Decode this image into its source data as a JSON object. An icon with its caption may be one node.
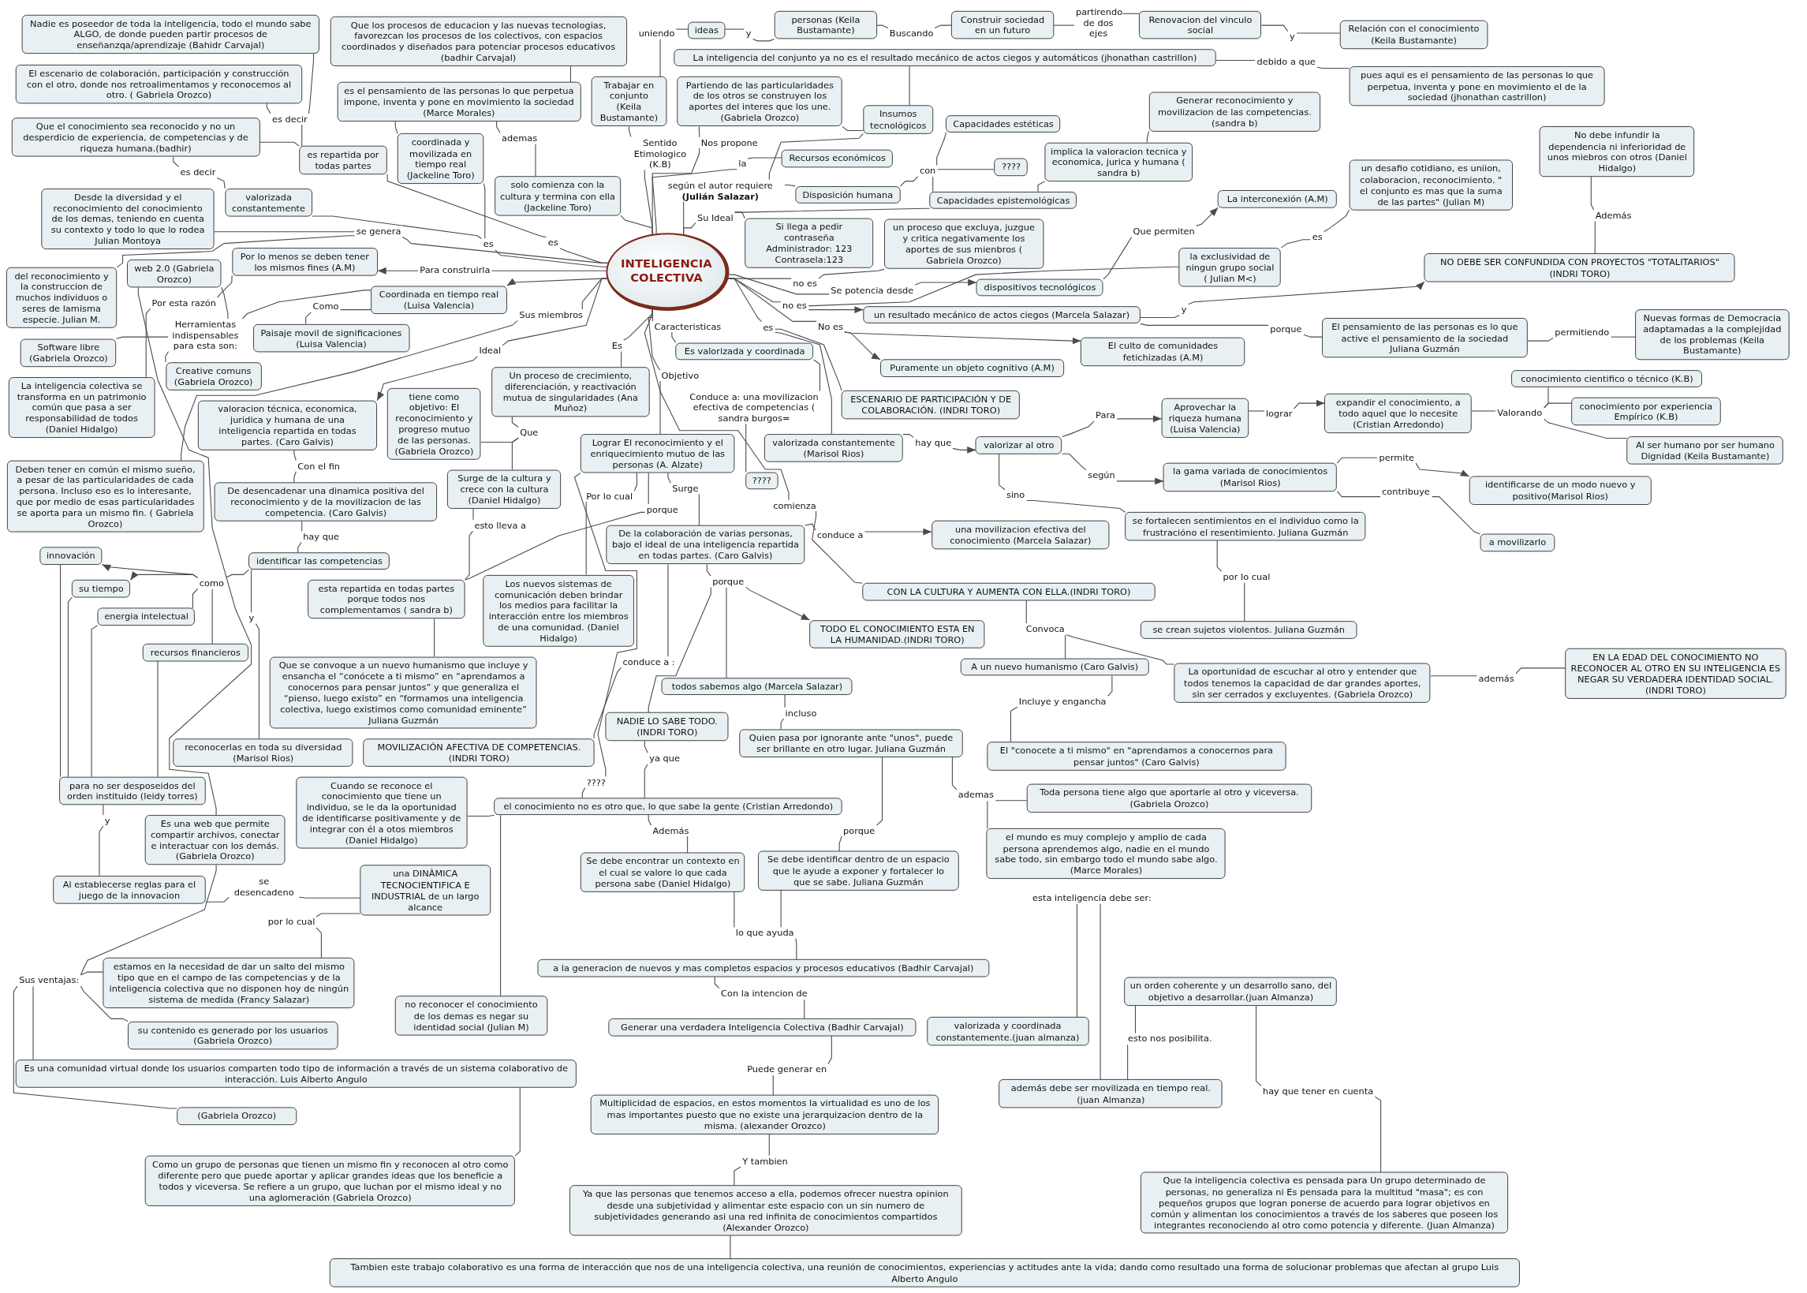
{
  "diagram": {
    "nodes": [
      {
        "text": [
          "Nadie es poseedor de toda la inteligencia, todo el mundo sabe ALGO, de donde pueden partir procesos de enseñanzqa/aprendizaje (Bahidr Carvajal)"
        ]
      },
      {
        "text": [
          "Que los procesos de educacion y las nuevas tecnologias, favorezcan los procesos de los colectivos, con espacios coordinados y diseñados para potenciar procesos educativos (badhir Carvajal)"
        ]
      },
      {
        "text": [
          "uniendo"
        ]
      },
      {
        "text": [
          "ideas"
        ]
      },
      {
        "text": [
          "y"
        ]
      },
      {
        "text": [
          "personas (Keila Bustamante)"
        ]
      },
      {
        "text": [
          "Buscando"
        ]
      },
      {
        "text": [
          "Construir sociedad en un futuro"
        ]
      },
      {
        "text": [
          "partirendo de dos ejes"
        ]
      },
      {
        "text": [
          "Renovacion del vinculo social"
        ]
      },
      {
        "text": [
          "y"
        ]
      },
      {
        "text": [
          "Relación con el conocimiento (Keila Bustamante)"
        ]
      },
      {
        "text": [
          "El escenario de colaboración, participación y construcción con el otro, donde nos retroalimentamos y reconocemos al otro. ( Gabriela Orozco)"
        ]
      },
      {
        "text": [
          "La inteligencia del conjunto ya no es el resultado mecánico de actos ciegos y automáticos (jhonathan castrillon)"
        ]
      },
      {
        "text": [
          "debido a que"
        ]
      },
      {
        "text": [
          "pues aqui es el pensamiento de las personas lo que perpetua, inventa y pone en movimiento el de la sociedad (jhonathan castrillon)"
        ]
      },
      {
        "text": [
          "es el pensamiento de las personas lo que perpetua impone, inventa y pone en movimiento la sociedad (Marce Morales)"
        ]
      },
      {
        "text": [
          "Trabajar en conjunto (Keila Bustamante)"
        ]
      },
      {
        "text": [
          "Partiendo de las particularidades de los otros se construyen los aportes del interes que los une.(Gabriela Orozco)"
        ]
      },
      {
        "text": [
          "Generar reconocimiento y movilizacion de las competencias. (sandra b)"
        ]
      },
      {
        "text": [
          "es decir"
        ]
      },
      {
        "text": [
          "Insumos tecnológicos"
        ]
      },
      {
        "text": [
          "Capacidades estéticas"
        ]
      },
      {
        "text": [
          "Que el conocimiento sea reconocido y no un desperdicio de experiencia, de competencias y de riqueza humana.(badhir)"
        ]
      },
      {
        "text": [
          "No debe infundir la dependencia ni inferioridad de unos miebros con otros (Daniel Hidalgo)"
        ]
      },
      {
        "text": [
          "coordinada y movilizada en tiempo real (Jackeline Toro)"
        ]
      },
      {
        "text": [
          "ademas"
        ]
      },
      {
        "text": [
          "es repartida por todas partes"
        ]
      },
      {
        "text": [
          "Recursos económicos"
        ]
      },
      {
        "text": [
          "implica la valoracion tecnica y economica, jurica y humana ( sandra b)"
        ]
      },
      {
        "text": [
          "un desafio cotidiano, es uniion, colaboracion, reconocimiento. \" el conjunto es mas que la suma de las partes\" (Julian M)"
        ]
      },
      {
        "text": [
          "Nos propone"
        ]
      },
      {
        "text": [
          "con"
        ]
      },
      {
        "text": [
          "????"
        ]
      },
      {
        "text": [
          "Sentido Etimologico (K.B)"
        ]
      },
      {
        "text": [
          "es decir"
        ]
      },
      {
        "text": [
          "la"
        ]
      },
      {
        "text": [
          "solo comienza con la cultura y termina con ella (Jackeline Toro)"
        ]
      },
      {
        "text": [
          "valorizada constantemente"
        ]
      },
      {
        "text": [
          "según el autor requiere **(Julián Salazar)**"
        ]
      },
      {
        "text": [
          "Disposición humana"
        ]
      },
      {
        "text": [
          "Capacidades epistemológicas"
        ]
      },
      {
        "text": [
          "La interconexión (A.M)"
        ]
      },
      {
        "text": [
          "Desde la diversidad y el reconocimiento del conocimiento de los demas, teniendo en cuenta su contexto y todo lo que lo rodea Julian Montoya"
        ]
      },
      {
        "text": [
          "Además"
        ]
      },
      {
        "text": [
          "Si llega a pedir contraseña Administrador: 123 Contrasela:123"
        ]
      },
      {
        "text": [
          "un proceso que excluya, juzgue y critica negativamente los aportes de sus mienbros ( Gabriela Orozco)"
        ]
      },
      {
        "text": [
          "Que permiten"
        ]
      },
      {
        "text": [
          "se genera"
        ]
      },
      {
        "text": [
          "es"
        ]
      },
      {
        "text": [
          "es"
        ]
      },
      {
        "text": [
          "es"
        ]
      },
      {
        "text": [
          "Su Ideal"
        ]
      },
      {
        "text": [
          "la exclusividad de ningun grupo social ( Julian M<)"
        ]
      },
      {
        "text": [
          "dispositivos tecnológicos"
        ]
      },
      {
        "text": [
          "NO DEBE SER CONFUNDIDA CON PROYECTOS \"TOTALITARIOS\" (INDRI TORO)"
        ]
      },
      {
        "text": [
          "web 2.0 (Gabriela Orozco)"
        ]
      },
      {
        "text": [
          "del reconocimiento y la construccion de muchos individuos o seres de lamisma especie. Julian M."
        ]
      },
      {
        "text": [
          "Por lo menos se deben tener los mismos fines (A.M)"
        ]
      },
      {
        "text": [
          "Para construirla"
        ]
      },
      {
        "text": [
          "no es"
        ]
      },
      {
        "text": [
          "Se potencia desde"
        ]
      },
      {
        "text": [
          "INTELIGENCIA COLECTIVA"
        ]
      },
      {
        "text": [
          "Coordinada en tiempo real (Luisa Valencia)"
        ]
      },
      {
        "text": [
          "Como"
        ]
      },
      {
        "text": [
          "no es"
        ]
      },
      {
        "text": [
          "un resultado mecánico de actos ciegos (Marcela Salazar)"
        ]
      },
      {
        "text": [
          "y"
        ]
      },
      {
        "text": [
          "Por esta razón"
        ]
      },
      {
        "text": [
          "Herramientas indispensables para esta son:"
        ]
      },
      {
        "text": [
          "Sus miembros"
        ]
      },
      {
        "text": [
          "Nuevas formas de Democracia adaptamadas a la complejidad de los problemas (Keila Bustamante)"
        ]
      },
      {
        "text": [
          "El pensamiento de las personas es lo que active el pensamiento de la sociedad Juliana Guzmán"
        ]
      },
      {
        "text": [
          "porque"
        ]
      },
      {
        "text": [
          "permitiendo"
        ]
      },
      {
        "text": [
          "No es"
        ]
      },
      {
        "text": [
          "El culto de comunidades fetichizadas (A.M)"
        ]
      },
      {
        "text": [
          "Software libre (Gabriela Orozco)"
        ]
      },
      {
        "text": [
          "Paisaje movil de significaciones (Luisa Valencia)"
        ]
      },
      {
        "text": [
          "Es"
        ]
      },
      {
        "text": [
          "Caracteristicas"
        ]
      },
      {
        "text": [
          "es"
        ]
      },
      {
        "text": [
          "Ideal"
        ]
      },
      {
        "text": [
          "Es valorizada y coordinada"
        ]
      },
      {
        "text": [
          "Puramente un objeto cognitivo (A.M)"
        ]
      },
      {
        "text": [
          "Creative comuns (Gabriela Orozco)"
        ]
      },
      {
        "text": [
          "Un proceso de crecimiento, diferenciación, y reactivación mutua de singularidades (Ana Muñoz)"
        ]
      },
      {
        "text": [
          "conocimiento cientifico o técnico (K.B)"
        ]
      },
      {
        "text": [
          "La inteligencia colectiva se transforma en un patrimonio común que pasa a ser responsabilidad de todos (Daniel Hidalgo)"
        ]
      },
      {
        "text": [
          "valoracion técnica, economica, juridica y humana de una inteligencia repartida en todas partes. (Caro Galvis)"
        ]
      },
      {
        "text": [
          "tiene como objetivo: El reconocimiento y progreso mutuo de las personas. (Gabriela Orozco)"
        ]
      },
      {
        "text": [
          "Objetivo"
        ]
      },
      {
        "text": [
          "Conduce a: una movilizacion efectiva de competencias ( sandra burgos="
        ]
      },
      {
        "text": [
          "ESCENARIO DE PARTICIPACIÓN Y DE COLABORACIÓN. (INDRI TORO)"
        ]
      },
      {
        "text": [
          "Aprovechar la riqueza humana (Luisa Valencia)"
        ]
      },
      {
        "text": [
          "Para"
        ]
      },
      {
        "text": [
          "lograr"
        ]
      },
      {
        "text": [
          "expandir el conocimiento, a todo aquel que lo necesite (Cristian Arredondo)"
        ]
      },
      {
        "text": [
          "Valorando"
        ]
      },
      {
        "text": [
          "conocimiento por experiencia Empírico (K.B)"
        ]
      },
      {
        "text": [
          "Que"
        ]
      },
      {
        "text": [
          "Lograr El reconocimiento y el enriquecimiento mutuo de las personas (A. Alzate)"
        ]
      },
      {
        "text": [
          "valorizada constantemente (Marisol Rios)"
        ]
      },
      {
        "text": [
          "hay que"
        ]
      },
      {
        "text": [
          "valorizar al otro"
        ]
      },
      {
        "text": [
          "Al ser humano por ser humano Dignidad (Keila Bustamante)"
        ]
      },
      {
        "text": [
          "Con el fin"
        ]
      },
      {
        "text": [
          "Deben tener en común el mismo sueño, a pesar de las particularidades de cada persona. Incluso eso es lo interesante, que por medio de esas particularidades se aporta para un mismo fin. ( Gabriela Orozco)"
        ]
      },
      {
        "text": [
          "De desencadenar una dinamica positiva del reconocimiento y de la movilizacion de las competencia. (Caro Galvis)"
        ]
      },
      {
        "text": [
          "Surge de la cultura y crece con la cultura (Daniel Hidalgo)"
        ]
      },
      {
        "text": [
          "????"
        ]
      },
      {
        "text": [
          "permite"
        ]
      },
      {
        "text": [
          "la gama variada de conocimientos (Marisol Rios)"
        ]
      },
      {
        "text": [
          "según"
        ]
      },
      {
        "text": [
          "identificarse de un modo nuevo y positivo(Marisol Rios)"
        ]
      },
      {
        "text": [
          "Por lo cual"
        ]
      },
      {
        "text": [
          "porque"
        ]
      },
      {
        "text": [
          "Surge"
        ]
      },
      {
        "text": [
          "comienza"
        ]
      },
      {
        "text": [
          "sino"
        ]
      },
      {
        "text": [
          "contribuye"
        ]
      },
      {
        "text": [
          "hay que"
        ]
      },
      {
        "text": [
          "esto lleva a"
        ]
      },
      {
        "text": [
          "se fortalecen sentimientos en el individuo como la frustracióno el resentimiento. Juliana Guzmán"
        ]
      },
      {
        "text": [
          "De la colaboración de varias personas, bajo el ideal de una inteligencia repartida en todas partes. (Caro Galvis)"
        ]
      },
      {
        "text": [
          "conduce a"
        ]
      },
      {
        "text": [
          "una movilizacion efectiva del conocimiento (Marcela Salazar)"
        ]
      },
      {
        "text": [
          "a movilizarlo"
        ]
      },
      {
        "text": [
          "innovación"
        ]
      },
      {
        "text": [
          "identificar las competencias"
        ]
      },
      {
        "text": [
          "Los nuevos sistemas de comunicación deben brindar los medios para facilitar la interacción entre los miembros de una comunidad. (Daniel Hidalgo)"
        ]
      },
      {
        "text": [
          "por lo cual"
        ]
      },
      {
        "text": [
          "porque"
        ]
      },
      {
        "text": [
          "como"
        ]
      },
      {
        "text": [
          "su tiempo"
        ]
      },
      {
        "text": [
          "esta repartida en todas partes porque todos nos complementamos ( sandra b)"
        ]
      },
      {
        "text": [
          "CON LA CULTURA Y AUMENTA CON ELLA.(INDRI TORO)"
        ]
      },
      {
        "text": [
          "energia intelectual"
        ]
      },
      {
        "text": [
          "y"
        ]
      },
      {
        "text": [
          "TODO EL CONOCIMIENTO ESTA EN LA HUMANIDAD.(INDRI TORO)"
        ]
      },
      {
        "text": [
          "se crean sujetos violentos. Juliana Guzmán"
        ]
      },
      {
        "text": [
          "Que se convoque a un nuevo humanismo que incluye y ensancha el “conócete a ti mismo” en “aprendamos a conocernos para pensar juntos” y que generaliza el “pienso, luego existo” en “formamos una inteligencia colectiva, luego existimos como comunidad eminente” Juliana Guzmán"
        ]
      },
      {
        "text": [
          "Convoca"
        ]
      },
      {
        "text": [
          "EN LA EDAD DEL CONOCIMIENTO NO RECONOCER AL OTRO EN SU INTELIGENCIA ES NEGAR SU VERDADERA IDENTIDAD SOCIAL. (INDRI TORO)"
        ]
      },
      {
        "text": [
          "conduce a :"
        ]
      },
      {
        "text": [
          "recursos financieros"
        ]
      },
      {
        "text": [
          "La oportunidad de escuchar al otro y entender que todos tenemos la capacidad de dar grandes aportes, sin ser cerrados y excluyentes. (Gabriela Orozco)"
        ]
      },
      {
        "text": [
          "A un nuevo humanismo (Caro Galvis)"
        ]
      },
      {
        "text": [
          "todos sabemos algo (Marcela Salazar)"
        ]
      },
      {
        "text": [
          "además"
        ]
      },
      {
        "text": [
          "Incluye y engancha"
        ]
      },
      {
        "text": [
          "reconocerlas en toda su diversidad (Marisol Rios)"
        ]
      },
      {
        "text": [
          "incluso"
        ]
      },
      {
        "text": [
          "NADIE LO SABE TODO. (INDRI TORO)"
        ]
      },
      {
        "text": [
          "MOVILIZACIÓN AFECTIVA DE COMPETENCIAS. (INDRI TORO)"
        ]
      },
      {
        "text": [
          "Quien pasa por ignorante ante \"unos\", puede ser brillante en otro lugar. Juliana Guzmán"
        ]
      },
      {
        "text": [
          "para no ser desposeidos del orden instituido (leidy torres)"
        ]
      },
      {
        "text": [
          "El \"conocete a ti mismo\" en \"aprendamos a conocernos para pensar juntos\" (Caro Galvis)"
        ]
      },
      {
        "text": [
          "ya que"
        ]
      },
      {
        "text": [
          "????"
        ]
      },
      {
        "text": [
          "Cuando se reconoce el conocimiento que tiene un individuo, se le da la oportunidad de identificarse positivamente y de integrar con él a otos miembros (Daniel Hidalgo)"
        ]
      },
      {
        "text": [
          "el conocimiento no es otro que, lo que sabe la gente (Cristian Arredondo)"
        ]
      },
      {
        "text": [
          "Toda persona tiene algo que aportarle al otro y viceversa. (Gabriela Orozco)"
        ]
      },
      {
        "text": [
          "ademas"
        ]
      },
      {
        "text": [
          "Es una web que permite compartir archivos, conectar e interactuar con los demás. (Gabriela Orozco)"
        ]
      },
      {
        "text": [
          "porque"
        ]
      },
      {
        "text": [
          "y"
        ]
      },
      {
        "text": [
          "el mundo es muy complejo y amplio de cada persona aprendemos algo, nadie en el mundo sabe todo, sin embargo todo el mundo sabe algo.(Marce Morales)"
        ]
      },
      {
        "text": [
          "Además"
        ]
      },
      {
        "text": [
          "Se debe encontrar un contexto en el cual se valore lo que cada persona sabe (Daniel Hidalgo)"
        ]
      },
      {
        "text": [
          "Se debe identificar dentro de un espacio que le ayude a exponer y fortalecer lo que se sabe. Juliana Guzmán"
        ]
      },
      {
        "text": [
          "Al establecerse reglas para el juego de la innovacion"
        ]
      },
      {
        "text": [
          "una DINÀMICA TECNOCIENTIFICA E INDUSTRIAL de un largo alcance"
        ]
      },
      {
        "text": [
          "se desencadeno"
        ]
      },
      {
        "text": [
          "esta inteligencia debe ser:"
        ]
      },
      {
        "text": [
          "por lo cual"
        ]
      },
      {
        "text": [
          "lo que ayuda"
        ]
      },
      {
        "text": [
          "estamos en la necesidad de dar un salto del mismo tipo que en el campo de las competencias y de la inteligencia colectiva que no disponen hoy de ningún sistema de medida (Francy Salazar)"
        ]
      },
      {
        "text": [
          "a la generacion de nuevos y mas completos espacios y procesos educativos (Badhir Carvajal)"
        ]
      },
      {
        "text": [
          "un orden coherente y un desarrollo sano, del objetivo a desarrollar.(juan Almanza)"
        ]
      },
      {
        "text": [
          "Sus ventajas:"
        ]
      },
      {
        "text": [
          "no reconocer el conocimiento de los demas es negar su identidad social (Julian M)"
        ]
      },
      {
        "text": [
          "Con la intencion de"
        ]
      },
      {
        "text": [
          "valorizada y coordinada constantemente.(juan almanza)"
        ]
      },
      {
        "text": [
          "Generar una verdadera Inteligencia Colectiva (Badhir Carvajal)"
        ]
      },
      {
        "text": [
          "su contenido es generado por los usuarios (Gabriela Orozco)"
        ]
      },
      {
        "text": [
          "esto nos posibilita."
        ]
      },
      {
        "text": [
          "Es una comunidad virtual donde los usuarios comparten todo tipo de información a través de un sistema colaborativo de interacción. Luis Alberto Angulo"
        ]
      },
      {
        "text": [
          "Puede generar en"
        ]
      },
      {
        "text": [
          "además debe ser movilizada en tiempo real. (juan Almanza)"
        ]
      },
      {
        "text": [
          "hay que tener en cuenta"
        ]
      },
      {
        "text": [
          "Multiplicidad de espacios, en estos momentos la virtualidad es uno de los mas importantes puesto que no existe una jerarquizacion dentro de la misma. (alexander Orozco)"
        ]
      },
      {
        "text": [
          "(Gabriela Orozco)"
        ]
      },
      {
        "text": [
          "Como un grupo de personas que tienen un mismo fin y reconocen al otro como diferente pero que puede aportar y aplicar grandes ideas que los beneficie a todos y viceversa. Se refiere a un grupo, que luchan por el mismo ideal y no una aglomeración (Gabriela Orozco)"
        ]
      },
      {
        "text": [
          "Y tambien"
        ]
      },
      {
        "text": [
          "Que la inteligencia colectiva es pensada para Un grupo determinado de personas, no generaliza ni Es pensada para la multitud \"masa\"; es con pequeños grupos que logran ponerse de acuerdo para lograr objetivos en común y alimentan los conocimientos a través de los saberes que poseen los integrantes reconociendo al otro como potencia y diferente. (Juan Almanza)"
        ]
      },
      {
        "text": [
          "Ya que las personas que tenemos acceso a ella, podemos ofrecer nuestra opinion desde una subjetividad y alimentar este espacio con un sin numero de subjetividades generando asi una red infinita de conocimientos compartidos (Alexander Orozco)"
        ]
      },
      {
        "text": [
          "Tambien este trabajo colaborativo es una forma de interacción que nos de una inteligencia colectiva, una reunión de conocimientos, experiencias y actitudes ante la vida; dando como resultado una forma de solucionar problemas que afectan al grupo Luis Alberto Angulo"
        ]
      }
    ],
    "edges": [
      {
        "from": 17,
        "to": 2,
        "arrow": "none"
      },
      {
        "from": 2,
        "to": 3,
        "arrow": "none"
      },
      {
        "from": 3,
        "to": 4,
        "arrow": "none"
      },
      {
        "from": 4,
        "to": 5,
        "arrow": "none"
      },
      {
        "from": 5,
        "to": 6,
        "arrow": "none"
      },
      {
        "from": 6,
        "to": 7,
        "arrow": "none"
      },
      {
        "from": 7,
        "to": 8,
        "arrow": "none"
      },
      {
        "from": 8,
        "to": 9,
        "arrow": "none"
      },
      {
        "from": 9,
        "to": 10,
        "arrow": "none"
      },
      {
        "from": 10,
        "to": 11,
        "arrow": "none"
      },
      {
        "from": 62,
        "to": 34,
        "arrow": "none"
      },
      {
        "from": 34,
        "to": 17,
        "arrow": "none"
      },
      {
        "from": 13,
        "to": 14,
        "arrow": "none"
      },
      {
        "from": 14,
        "to": 15,
        "arrow": "none"
      },
      {
        "from": 21,
        "to": 13,
        "arrow": "none"
      },
      {
        "from": 62,
        "to": 31,
        "arrow": "none"
      },
      {
        "from": 31,
        "to": 18,
        "arrow": "none"
      },
      {
        "from": 18,
        "to": 21,
        "arrow": "none"
      },
      {
        "from": 62,
        "to": 36,
        "arrow": "none"
      },
      {
        "from": 36,
        "to": 28,
        "arrow": "none"
      },
      {
        "from": 62,
        "to": 39,
        "arrow": "none"
      },
      {
        "from": 39,
        "to": 21,
        "arrow": "none"
      },
      {
        "from": 39,
        "to": 40,
        "arrow": "none"
      },
      {
        "from": 40,
        "to": 32,
        "arrow": "none"
      },
      {
        "from": 32,
        "to": 22,
        "arrow": "none"
      },
      {
        "from": 32,
        "to": 33,
        "arrow": "none"
      },
      {
        "from": 32,
        "to": 41,
        "arrow": "none"
      },
      {
        "from": 62,
        "to": 52,
        "arrow": "none"
      },
      {
        "from": 52,
        "to": 41,
        "arrow": "none"
      },
      {
        "from": 41,
        "to": 29,
        "arrow": "none"
      },
      {
        "from": 29,
        "to": 19,
        "arrow": "none"
      },
      {
        "from": 62,
        "to": 60,
        "arrow": "none"
      },
      {
        "from": 60,
        "to": 46,
        "arrow": "none"
      },
      {
        "from": 62,
        "to": 61,
        "arrow": "none"
      },
      {
        "from": 61,
        "to": 54,
        "arrow": "to"
      },
      {
        "from": 54,
        "to": 47,
        "arrow": "none"
      },
      {
        "from": 47,
        "to": 42,
        "arrow": "to"
      },
      {
        "from": 62,
        "to": 65,
        "arrow": "none"
      },
      {
        "from": 65,
        "to": 66,
        "arrow": "to"
      },
      {
        "from": 65,
        "to": 53,
        "arrow": "none"
      },
      {
        "from": 53,
        "to": 51,
        "arrow": "none"
      },
      {
        "from": 51,
        "to": 30,
        "arrow": "none"
      },
      {
        "from": 66,
        "to": 67,
        "arrow": "none"
      },
      {
        "from": 67,
        "to": 55,
        "arrow": "to"
      },
      {
        "from": 55,
        "to": 44,
        "arrow": "none"
      },
      {
        "from": 44,
        "to": 24,
        "arrow": "none"
      },
      {
        "from": 66,
        "to": 73,
        "arrow": "none"
      },
      {
        "from": 73,
        "to": 72,
        "arrow": "none"
      },
      {
        "from": 72,
        "to": 74,
        "arrow": "none"
      },
      {
        "from": 74,
        "to": 71,
        "arrow": "none"
      },
      {
        "from": 62,
        "to": 75,
        "arrow": "none"
      },
      {
        "from": 75,
        "to": 76,
        "arrow": "to"
      },
      {
        "from": 75,
        "to": 84,
        "arrow": "to"
      },
      {
        "from": 62,
        "to": 81,
        "arrow": "none"
      },
      {
        "from": 81,
        "to": 93,
        "arrow": "none"
      },
      {
        "from": 81,
        "to": 102,
        "arrow": "none"
      },
      {
        "from": 62,
        "to": 80,
        "arrow": "none"
      },
      {
        "from": 80,
        "to": 83,
        "arrow": "none"
      },
      {
        "from": 83,
        "to": 92,
        "arrow": "none"
      },
      {
        "from": 92,
        "to": 110,
        "arrow": "none"
      },
      {
        "from": 102,
        "to": 103,
        "arrow": "none"
      },
      {
        "from": 103,
        "to": 104,
        "arrow": "to"
      },
      {
        "from": 104,
        "to": 95,
        "arrow": "none"
      },
      {
        "from": 95,
        "to": 94,
        "arrow": "to"
      },
      {
        "from": 94,
        "to": 96,
        "arrow": "none"
      },
      {
        "from": 96,
        "to": 97,
        "arrow": "to"
      },
      {
        "from": 97,
        "to": 98,
        "arrow": "none"
      },
      {
        "from": 98,
        "to": 87,
        "arrow": "none"
      },
      {
        "from": 98,
        "to": 99,
        "arrow": "none"
      },
      {
        "from": 98,
        "to": 105,
        "arrow": "none"
      },
      {
        "from": 104,
        "to": 113,
        "arrow": "none"
      },
      {
        "from": 113,
        "to": 112,
        "arrow": "to"
      },
      {
        "from": 112,
        "to": 111,
        "arrow": "none"
      },
      {
        "from": 111,
        "to": 114,
        "arrow": "to"
      },
      {
        "from": 112,
        "to": 120,
        "arrow": "none"
      },
      {
        "from": 120,
        "to": 127,
        "arrow": "none"
      },
      {
        "from": 104,
        "to": 119,
        "arrow": "none"
      },
      {
        "from": 119,
        "to": 123,
        "arrow": "none"
      },
      {
        "from": 123,
        "to": 131,
        "arrow": "none"
      },
      {
        "from": 131,
        "to": 140,
        "arrow": "none"
      },
      {
        "from": 62,
        "to": 118,
        "arrow": "none"
      },
      {
        "from": 118,
        "to": 136,
        "arrow": "none"
      },
      {
        "from": 136,
        "to": 142,
        "arrow": "none"
      },
      {
        "from": 142,
        "to": 147,
        "arrow": "none"
      },
      {
        "from": 142,
        "to": 146,
        "arrow": "none"
      },
      {
        "from": 147,
        "to": 150,
        "arrow": "none"
      },
      {
        "from": 150,
        "to": 157,
        "arrow": "none"
      },
      {
        "from": 146,
        "to": 149,
        "arrow": "none"
      },
      {
        "from": 149,
        "to": 143,
        "arrow": "none"
      },
      {
        "from": 62,
        "to": 91,
        "arrow": "none"
      },
      {
        "from": 91,
        "to": 101,
        "arrow": "none"
      },
      {
        "from": 101,
        "to": 115,
        "arrow": "none"
      },
      {
        "from": 115,
        "to": 130,
        "arrow": "none"
      },
      {
        "from": 101,
        "to": 116,
        "arrow": "none"
      },
      {
        "from": 116,
        "to": 135,
        "arrow": "none"
      },
      {
        "from": 101,
        "to": 117,
        "arrow": "none"
      },
      {
        "from": 117,
        "to": 124,
        "arrow": "none"
      },
      {
        "from": 101,
        "to": 159,
        "arrow": "none"
      },
      {
        "from": 159,
        "to": 161,
        "arrow": "none"
      },
      {
        "from": 124,
        "to": 125,
        "arrow": "none"
      },
      {
        "from": 125,
        "to": 126,
        "arrow": "to"
      },
      {
        "from": 124,
        "to": 132,
        "arrow": "none"
      },
      {
        "from": 132,
        "to": 139,
        "arrow": "to"
      },
      {
        "from": 132,
        "to": 148,
        "arrow": "none"
      },
      {
        "from": 132,
        "to": 153,
        "arrow": "none"
      },
      {
        "from": 124,
        "to": 144,
        "arrow": "none"
      },
      {
        "from": 144,
        "to": 154,
        "arrow": "none"
      },
      {
        "from": 148,
        "to": 152,
        "arrow": "none"
      },
      {
        "from": 152,
        "to": 155,
        "arrow": "none"
      },
      {
        "from": 153,
        "to": 158,
        "arrow": "none"
      },
      {
        "from": 158,
        "to": 161,
        "arrow": "none"
      },
      {
        "from": 161,
        "to": 168,
        "arrow": "none"
      },
      {
        "from": 168,
        "to": 169,
        "arrow": "none"
      },
      {
        "from": 155,
        "to": 165,
        "arrow": "none"
      },
      {
        "from": 165,
        "to": 170,
        "arrow": "none"
      },
      {
        "from": 155,
        "to": 163,
        "arrow": "none"
      },
      {
        "from": 163,
        "to": 162,
        "arrow": "none"
      },
      {
        "from": 163,
        "to": 167,
        "arrow": "none"
      },
      {
        "from": 169,
        "to": 176,
        "arrow": "none"
      },
      {
        "from": 170,
        "to": 176,
        "arrow": "none"
      },
      {
        "from": 176,
        "to": 178,
        "arrow": "none"
      },
      {
        "from": 178,
        "to": 182,
        "arrow": "none"
      },
      {
        "from": 182,
        "to": 184,
        "arrow": "none"
      },
      {
        "from": 184,
        "to": 188,
        "arrow": "none"
      },
      {
        "from": 188,
        "to": 191,
        "arrow": "none"
      },
      {
        "from": 191,
        "to": 194,
        "arrow": "none"
      },
      {
        "from": 194,
        "to": 196,
        "arrow": "none"
      },
      {
        "from": 196,
        "to": 197,
        "arrow": "none"
      },
      {
        "from": 174,
        "to": 183,
        "arrow": "none"
      },
      {
        "from": 174,
        "to": 189,
        "arrow": "none"
      },
      {
        "from": 189,
        "to": 186,
        "arrow": "none"
      },
      {
        "from": 186,
        "to": 179,
        "arrow": "none"
      },
      {
        "from": 179,
        "to": 190,
        "arrow": "none"
      },
      {
        "from": 190,
        "to": 195,
        "arrow": "none"
      },
      {
        "from": 62,
        "to": 79,
        "arrow": "none"
      },
      {
        "from": 79,
        "to": 86,
        "arrow": "none"
      },
      {
        "from": 86,
        "to": 100,
        "arrow": "none"
      },
      {
        "from": 100,
        "to": 109,
        "arrow": "none"
      },
      {
        "from": 100,
        "to": 90,
        "arrow": "none"
      },
      {
        "from": 109,
        "to": 122,
        "arrow": "none"
      },
      {
        "from": 122,
        "to": 135,
        "arrow": "none"
      },
      {
        "from": 135,
        "to": 141,
        "arrow": "none"
      },
      {
        "from": 62,
        "to": 82,
        "arrow": "none"
      },
      {
        "from": 82,
        "to": 89,
        "arrow": "to"
      },
      {
        "from": 89,
        "to": 106,
        "arrow": "none"
      },
      {
        "from": 106,
        "to": 108,
        "arrow": "none"
      },
      {
        "from": 108,
        "to": 121,
        "arrow": "none"
      },
      {
        "from": 121,
        "to": 129,
        "arrow": "none"
      },
      {
        "from": 129,
        "to": 133,
        "arrow": "none"
      },
      {
        "from": 133,
        "to": 128,
        "arrow": "to"
      },
      {
        "from": 133,
        "to": 134,
        "arrow": "to"
      },
      {
        "from": 133,
        "to": 137,
        "arrow": "none"
      },
      {
        "from": 133,
        "to": 145,
        "arrow": "none"
      },
      {
        "from": 129,
        "to": 138,
        "arrow": "none"
      },
      {
        "from": 138,
        "to": 151,
        "arrow": "none"
      },
      {
        "from": 128,
        "to": 156,
        "arrow": "none"
      },
      {
        "from": 134,
        "to": 156,
        "arrow": "none"
      },
      {
        "from": 137,
        "to": 156,
        "arrow": "none"
      },
      {
        "from": 145,
        "to": 156,
        "arrow": "none"
      },
      {
        "from": 156,
        "to": 166,
        "arrow": "none"
      },
      {
        "from": 166,
        "to": 171,
        "arrow": "none"
      },
      {
        "from": 171,
        "to": 173,
        "arrow": "none"
      },
      {
        "from": 173,
        "to": 172,
        "arrow": "none"
      },
      {
        "from": 172,
        "to": 175,
        "arrow": "none"
      },
      {
        "from": 175,
        "to": 177,
        "arrow": "none"
      },
      {
        "from": 164,
        "to": 180,
        "arrow": "none"
      },
      {
        "from": 180,
        "to": 177,
        "arrow": "none"
      },
      {
        "from": 180,
        "to": 185,
        "arrow": "none"
      },
      {
        "from": 180,
        "to": 187,
        "arrow": "none"
      },
      {
        "from": 187,
        "to": 193,
        "arrow": "none"
      },
      {
        "from": 56,
        "to": 164,
        "arrow": "none"
      },
      {
        "from": 160,
        "to": 161,
        "arrow": "none"
      },
      {
        "from": 161,
        "to": 181,
        "arrow": "none"
      },
      {
        "from": 62,
        "to": 70,
        "arrow": "none"
      },
      {
        "from": 70,
        "to": 107,
        "arrow": "none"
      },
      {
        "from": 62,
        "to": 59,
        "arrow": "none"
      },
      {
        "from": 59,
        "to": 58,
        "arrow": "to"
      },
      {
        "from": 58,
        "to": 68,
        "arrow": "none"
      },
      {
        "from": 68,
        "to": 88,
        "arrow": "none"
      },
      {
        "from": 62,
        "to": 63,
        "arrow": "to"
      },
      {
        "from": 63,
        "to": 64,
        "arrow": "none"
      },
      {
        "from": 64,
        "to": 78,
        "arrow": "none"
      },
      {
        "from": 63,
        "to": 69,
        "arrow": "none"
      },
      {
        "from": 69,
        "to": 56,
        "arrow": "none"
      },
      {
        "from": 69,
        "to": 77,
        "arrow": "none"
      },
      {
        "from": 69,
        "to": 85,
        "arrow": "none"
      },
      {
        "from": 62,
        "to": 48,
        "arrow": "none"
      },
      {
        "from": 48,
        "to": 43,
        "arrow": "none"
      },
      {
        "from": 48,
        "to": 57,
        "arrow": "none"
      },
      {
        "from": 62,
        "to": 49,
        "arrow": "none"
      },
      {
        "from": 49,
        "to": 38,
        "arrow": "none"
      },
      {
        "from": 49,
        "to": 25,
        "arrow": "none"
      },
      {
        "from": 62,
        "to": 50,
        "arrow": "none"
      },
      {
        "from": 50,
        "to": 27,
        "arrow": "none"
      },
      {
        "from": 27,
        "to": 20,
        "arrow": "none"
      },
      {
        "from": 20,
        "to": 12,
        "arrow": "none"
      },
      {
        "from": 27,
        "to": 23,
        "arrow": "none"
      },
      {
        "from": 38,
        "to": 35,
        "arrow": "none"
      },
      {
        "from": 35,
        "to": 23,
        "arrow": "none"
      },
      {
        "from": 25,
        "to": 16,
        "arrow": "none"
      },
      {
        "from": 16,
        "to": 1,
        "arrow": "none"
      },
      {
        "from": 16,
        "to": 26,
        "arrow": "none"
      },
      {
        "from": 26,
        "to": 37,
        "arrow": "none"
      },
      {
        "from": 62,
        "to": 37,
        "arrow": "none"
      },
      {
        "from": 52,
        "to": 45,
        "arrow": "none"
      },
      {
        "from": 20,
        "to": 0,
        "arrow": "none"
      },
      {
        "from": 180,
        "to": 192,
        "arrow": "none"
      }
    ]
  }
}
